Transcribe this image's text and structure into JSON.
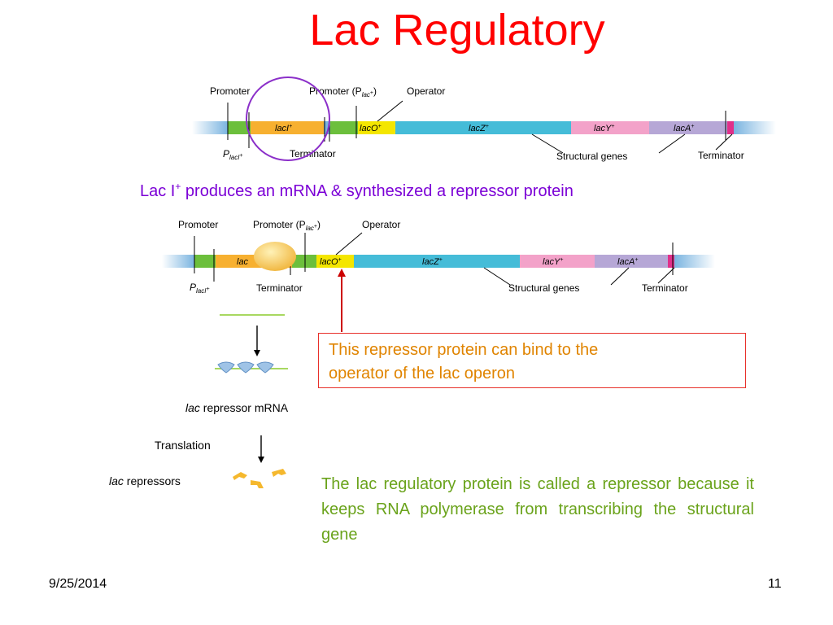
{
  "title": "Lac Regulatory",
  "diagram1": {
    "label_promoter": "Promoter",
    "label_promoter_plac": "Promoter (P",
    "label_plac_sub": "lac",
    "label_plac_sup": "+",
    "label_plac_close": ")",
    "label_operator": "Operator",
    "label_placi": "P",
    "label_placi_sub": "lacI",
    "label_placi_sup": "+",
    "label_terminator_left": "Terminator",
    "label_structural": "Structural genes",
    "label_terminator_right": "Terminator",
    "gene_laci": "lacI",
    "gene_laco": "lacO",
    "gene_lacz": "lacZ",
    "gene_lacy": "lacY",
    "gene_laca": "lacA",
    "gene_sup": "+"
  },
  "caption1": {
    "prefix": "Lac I",
    "sup": "+",
    "rest": " produces an mRNA & synthesized a repressor protein"
  },
  "diagram2": {
    "label_promoter": "Promoter",
    "label_promoter_plac": "Promoter (P",
    "label_plac_sub": "lac",
    "label_plac_sup": "+",
    "label_plac_close": ")",
    "label_operator": "Operator",
    "label_placi": "P",
    "label_placi_sub": "lacI",
    "label_placi_sup": "+",
    "label_terminator_left": "Terminator",
    "label_structural": "Structural genes",
    "label_terminator_right": "Terminator",
    "gene_laci_partial": "lac",
    "gene_laco": "lacO",
    "gene_lacz": "lacZ",
    "gene_lacy": "lacY",
    "gene_laca": "lacA",
    "gene_sup": "+"
  },
  "pathway": {
    "mrna_label_italic": "lac",
    "mrna_label_rest": " repressor mRNA",
    "translation": "Translation",
    "repressors_italic": "lac",
    "repressors_rest": " repressors"
  },
  "box1": {
    "line1": "This repressor protein can bind to the",
    "line2": "operator of the lac operon"
  },
  "para2": "The lac regulatory protein is called a repressor because it keeps RNA polymerase from transcribing the structural gene",
  "footer": {
    "date": "9/25/2014",
    "page": "11"
  },
  "colors": {
    "title": "#ff0000",
    "caption1": "#7b00d6",
    "box1_text": "#e08400",
    "box1_border": "#e8302a",
    "para2": "#6aa31b",
    "highlight_circle": "#8b2fc9",
    "red_arrow": "#cc0000"
  }
}
